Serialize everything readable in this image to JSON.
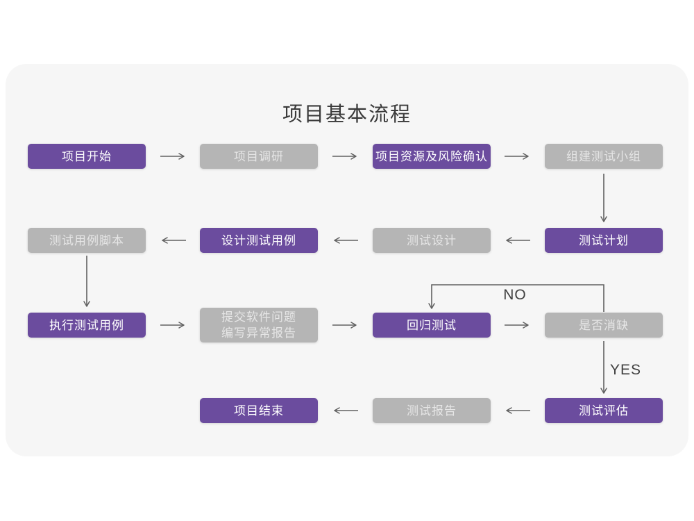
{
  "title": "项目基本流程",
  "flow": {
    "nodes": [
      {
        "id": "project-start",
        "label": "项目开始",
        "type": "purple"
      },
      {
        "id": "project-research",
        "label": "项目调研",
        "type": "gray"
      },
      {
        "id": "resources-risk",
        "label": "项目资源及风险确认",
        "type": "purple"
      },
      {
        "id": "build-test-team",
        "label": "组建测试小组",
        "type": "gray"
      },
      {
        "id": "case-scripts",
        "label": "测试用例脚本",
        "type": "gray"
      },
      {
        "id": "design-cases",
        "label": "设计测试用例",
        "type": "purple"
      },
      {
        "id": "test-design",
        "label": "测试设计",
        "type": "gray"
      },
      {
        "id": "test-plan",
        "label": "测试计划",
        "type": "purple"
      },
      {
        "id": "execute-cases",
        "label": "执行测试用例",
        "type": "purple"
      },
      {
        "id": "submit-issues",
        "label": "提交软件问题\n编写异常报告",
        "type": "gray"
      },
      {
        "id": "regression-test",
        "label": "回归测试",
        "type": "purple"
      },
      {
        "id": "defect-cleared",
        "label": "是否消缺",
        "type": "gray"
      },
      {
        "id": "test-evaluation",
        "label": "测试评估",
        "type": "purple"
      },
      {
        "id": "test-report",
        "label": "测试报告",
        "type": "gray"
      },
      {
        "id": "project-end",
        "label": "项目结束",
        "type": "purple"
      }
    ],
    "edge_labels": {
      "no": "NO",
      "yes": "YES"
    }
  },
  "colors": {
    "accent_purple": "#6b4c9e",
    "node_gray": "#b5b5b5",
    "card_background": "#f6f6f6",
    "arrow": "#606060"
  }
}
